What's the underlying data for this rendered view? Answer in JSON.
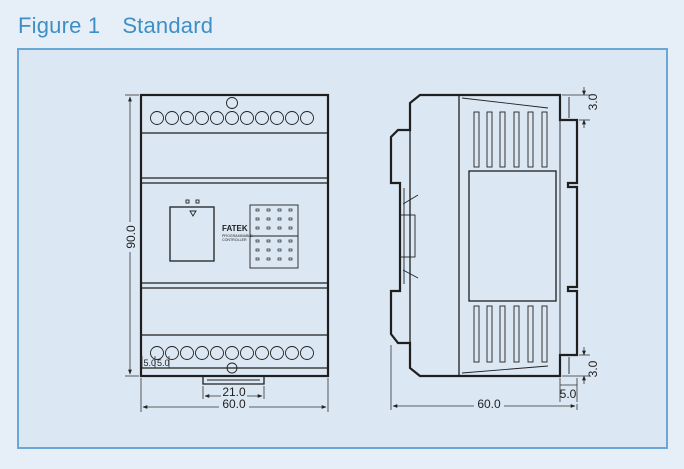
{
  "figure": {
    "label": "Figure 1",
    "title": "Standard"
  },
  "front_view": {
    "brand": "FATEK",
    "subtitle_line1": "PROGRAMMABLE",
    "subtitle_line2": "CONTROLLER",
    "dims": {
      "height": "90.0",
      "width": "60.0",
      "rail_clip": "21.0",
      "terminal_pitch_a": "5.0",
      "terminal_pitch_b": "5.0"
    }
  },
  "side_view": {
    "dims": {
      "top_offset": "3.0",
      "bottom_offset": "3.0",
      "foot": "5.0",
      "depth": "60.0"
    }
  },
  "colors": {
    "title": "#3d8fc6",
    "frame_border": "#6aa7d4",
    "frame_fill": "#dbe7f3",
    "page_bg": "#e6eff7"
  }
}
